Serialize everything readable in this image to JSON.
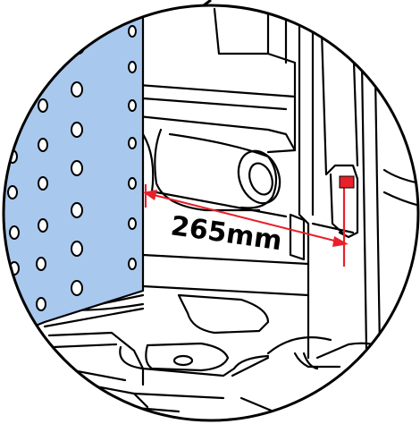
{
  "dimension": {
    "label": "265mm",
    "value": 265,
    "unit": "mm"
  },
  "colors": {
    "panel": "#a9c8ee",
    "arrow": "#e8202a",
    "marker": "#e8202a",
    "outline": "#000000",
    "background": "#ffffff"
  }
}
